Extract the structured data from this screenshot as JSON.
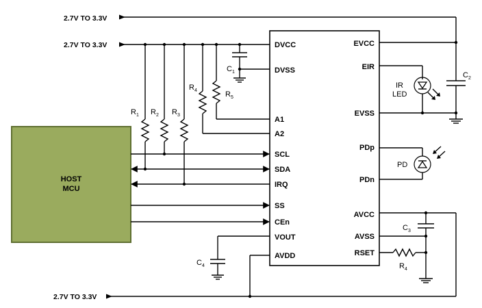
{
  "rails": {
    "top": "2.7V TO 3.3V",
    "second": "2.7V TO 3.3V",
    "bottom": "2.7V TO 3.3V"
  },
  "host": {
    "line1": "HOST",
    "line2": "MCU",
    "fill": "#9aab5e",
    "border": "#5e6e30"
  },
  "ic_left_pins": [
    "DVCC",
    "DVSS",
    "A1",
    "A2",
    "SCL",
    "SDA",
    "IRQ",
    "SS",
    "CEn",
    "VOUT",
    "AVDD"
  ],
  "ic_right_pins": [
    "EVCC",
    "EIR",
    "EVSS",
    "PDp",
    "PDn",
    "AVCC",
    "AVSS",
    "RSET"
  ],
  "components": {
    "r1": {
      "base": "R",
      "sub": "1"
    },
    "r2": {
      "base": "R",
      "sub": "2"
    },
    "r3": {
      "base": "R",
      "sub": "3"
    },
    "r4_pullup": {
      "base": "R",
      "sub": "4"
    },
    "r5": {
      "base": "R",
      "sub": "5"
    },
    "r4_rset": {
      "base": "R",
      "sub": "4"
    },
    "c1": {
      "base": "C",
      "sub": "1"
    },
    "c2": {
      "base": "C",
      "sub": "2"
    },
    "c3": {
      "base": "C",
      "sub": "3"
    },
    "c4": {
      "base": "C",
      "sub": "4"
    },
    "ir_led": {
      "line1": "IR",
      "line2": "LED"
    },
    "pd": "PD"
  }
}
